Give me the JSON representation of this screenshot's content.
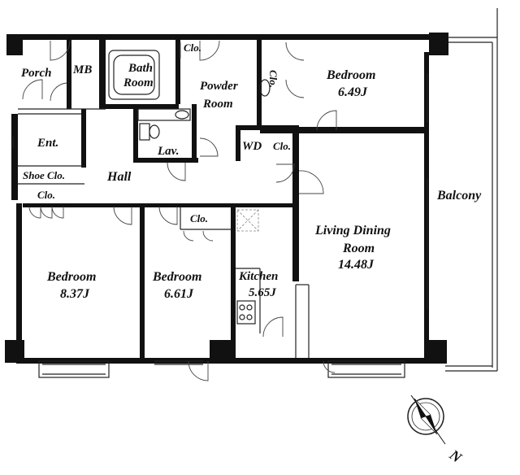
{
  "rooms": {
    "porch": "Porch",
    "mb": "MB",
    "bath_1": "Bath",
    "bath_2": "Room",
    "clo_top": "Clo.",
    "powder_1": "Powder",
    "powder_2": "Room",
    "clo_vertical": "Clo.",
    "bedroom_ne_name": "Bedroom",
    "bedroom_ne_size": "6.49J",
    "ent": "Ent.",
    "lav": "Lav.",
    "wd": "WD",
    "clo_small": "Clo.",
    "shoe_clo": "Shoe Clo.",
    "hall": "Hall",
    "clo_left": "Clo.",
    "clo_mid": "Clo.",
    "balcony": "Balcony",
    "living_1": "Living Dining",
    "living_2": "Room",
    "living_size": "14.48J",
    "bedroom_sw_name": "Bedroom",
    "bedroom_sw_size": "8.37J",
    "bedroom_mid_name": "Bedroom",
    "bedroom_mid_size": "6.61J",
    "kitchen_name": "Kitchen",
    "kitchen_size": "5.65J"
  },
  "compass": {
    "north_label": "N"
  }
}
